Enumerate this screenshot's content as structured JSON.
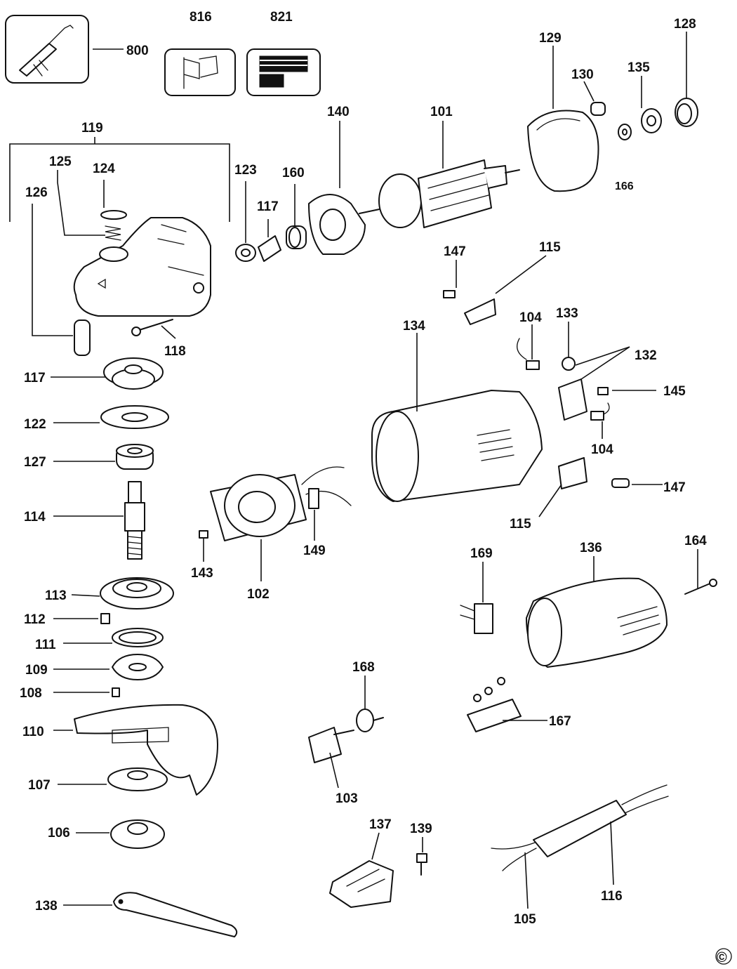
{
  "diagram": {
    "copyright_mark": "©",
    "labels": {
      "l800": "800",
      "l816": "816",
      "l821": "821",
      "l119": "119",
      "l125": "125",
      "l124": "124",
      "l126": "126",
      "l123": "123",
      "l160": "160",
      "l117a": "117",
      "l140": "140",
      "l101": "101",
      "l129": "129",
      "l130": "130",
      "l135": "135",
      "l128": "128",
      "l166": "166",
      "l118": "118",
      "l117b": "117",
      "l122": "122",
      "l127": "127",
      "l114": "114",
      "l113": "113",
      "l112": "112",
      "l111": "111",
      "l109": "109",
      "l108": "108",
      "l110": "110",
      "l107": "107",
      "l106": "106",
      "l138": "138",
      "l147a": "147",
      "l115a": "115",
      "l104a": "104",
      "l133": "133",
      "l132": "132",
      "l134": "134",
      "l145": "145",
      "l104b": "104",
      "l147b": "147",
      "l115b": "115",
      "l143": "143",
      "l102": "102",
      "l149": "149",
      "l169": "169",
      "l136": "136",
      "l164": "164",
      "l168": "168",
      "l167": "167",
      "l103": "103",
      "l137": "137",
      "l139": "139",
      "l105": "105",
      "l116": "116"
    }
  }
}
